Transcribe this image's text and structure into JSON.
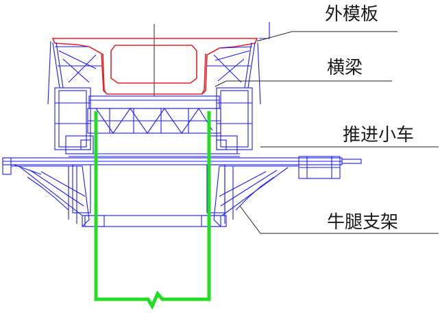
{
  "diagram": {
    "labels": [
      "外模板",
      "横梁",
      "推进小车",
      "牛腿支架"
    ],
    "colors": {
      "steel": "#1a1aff",
      "formwork": "#e0242a",
      "pier": "#22dd22",
      "leader": "#222222",
      "text": "#1a1a1a"
    }
  }
}
